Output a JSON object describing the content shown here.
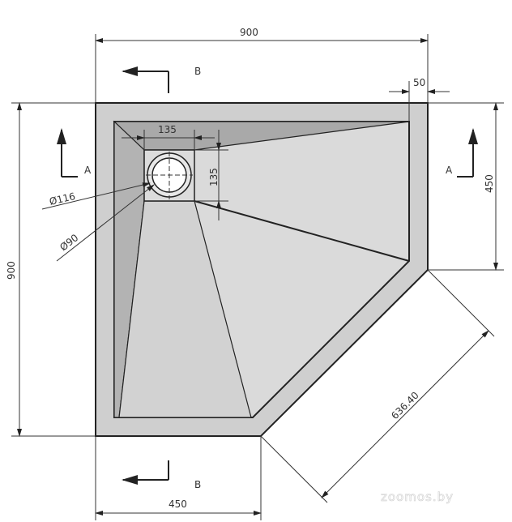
{
  "drawing": {
    "dimensions": {
      "overall_width": "900",
      "overall_depth": "900",
      "rim_width": "50",
      "side_depth": "450",
      "front_width": "450",
      "diagonal": "636.40",
      "drain_width": "135",
      "drain_height": "135",
      "outer_diameter": "Ø116",
      "inner_diameter": "Ø90"
    },
    "section_labels": {
      "top_b": "B",
      "bottom_b": "B",
      "left_a": "A",
      "right_a": "A"
    },
    "watermark": "zoomos.by",
    "colors": {
      "rim": "#cfcfcf",
      "face_light": "#dadada",
      "face_dark": "#a9a9a9",
      "face_mid": "#b8b8b8",
      "line": "#222222"
    }
  }
}
